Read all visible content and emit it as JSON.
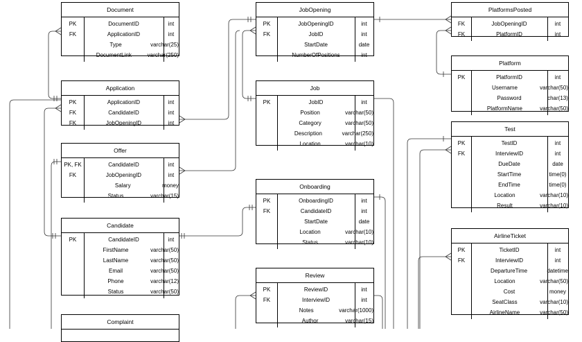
{
  "tables": [
    {
      "id": "document",
      "name": "Document",
      "columns": [
        {
          "key": "PK",
          "name": "DocumentID",
          "type": "int"
        },
        {
          "key": "FK",
          "name": "ApplicationID",
          "type": "int"
        },
        {
          "key": "",
          "name": "Type",
          "type": "varchar(25)"
        },
        {
          "key": "",
          "name": "DocumentLink",
          "type": "varchar(250)"
        }
      ]
    },
    {
      "id": "application",
      "name": "Application",
      "columns": [
        {
          "key": "PK",
          "name": "ApplicationID",
          "type": "int"
        },
        {
          "key": "FK",
          "name": "CandidateID",
          "type": "int"
        },
        {
          "key": "FK",
          "name": "JobOpeningID",
          "type": "int"
        }
      ]
    },
    {
      "id": "offer",
      "name": "Offer",
      "columns": [
        {
          "key": "PK, FK",
          "name": "CandidateID",
          "type": "int"
        },
        {
          "key": "FK",
          "name": "JobOpeningID",
          "type": "int"
        },
        {
          "key": "",
          "name": "Salary",
          "type": "money"
        },
        {
          "key": "",
          "name": "Status",
          "type": "varchar(15)"
        }
      ]
    },
    {
      "id": "candidate",
      "name": "Candidate",
      "columns": [
        {
          "key": "PK",
          "name": "CandidateID",
          "type": "int"
        },
        {
          "key": "",
          "name": "FirstName",
          "type": "varchar(50)"
        },
        {
          "key": "",
          "name": "LastName",
          "type": "varchar(50)"
        },
        {
          "key": "",
          "name": "Email",
          "type": "varchar(50)"
        },
        {
          "key": "",
          "name": "Phone",
          "type": "varchar(12)"
        },
        {
          "key": "",
          "name": "Status",
          "type": "varchar(50)"
        }
      ]
    },
    {
      "id": "complaint",
      "name": "Complaint",
      "columns": []
    },
    {
      "id": "jobopening",
      "name": "JobOpening",
      "columns": [
        {
          "key": "PK",
          "name": "JobOpeningID",
          "type": "int"
        },
        {
          "key": "FK",
          "name": "JobID",
          "type": "int"
        },
        {
          "key": "",
          "name": "StartDate",
          "type": "date"
        },
        {
          "key": "",
          "name": "NumberOfPositions",
          "type": "int"
        }
      ]
    },
    {
      "id": "job",
      "name": "Job",
      "columns": [
        {
          "key": "PK",
          "name": "JobID",
          "type": "int"
        },
        {
          "key": "",
          "name": "Position",
          "type": "varchar(50)"
        },
        {
          "key": "",
          "name": "Category",
          "type": "varchar(50)"
        },
        {
          "key": "",
          "name": "Description",
          "type": "varchar(250)"
        },
        {
          "key": "",
          "name": "Location",
          "type": "varchar(10)"
        }
      ]
    },
    {
      "id": "onboarding",
      "name": "Onboarding",
      "columns": [
        {
          "key": "PK",
          "name": "OnboardingID",
          "type": "int"
        },
        {
          "key": "FK",
          "name": "CandidateID",
          "type": "int"
        },
        {
          "key": "",
          "name": "StartDate",
          "type": "date"
        },
        {
          "key": "",
          "name": "Location",
          "type": "varchar(10)"
        },
        {
          "key": "",
          "name": "Status",
          "type": "varchar(10)"
        }
      ]
    },
    {
      "id": "review",
      "name": "Review",
      "columns": [
        {
          "key": "PK",
          "name": "ReviewID",
          "type": "int"
        },
        {
          "key": "FK",
          "name": "InterviewID",
          "type": "int"
        },
        {
          "key": "",
          "name": "Notes",
          "type": "varchar(1000)"
        },
        {
          "key": "",
          "name": "Author",
          "type": "varchar(15)"
        }
      ]
    },
    {
      "id": "platformsposted",
      "name": "PlatformsPosted",
      "columns": [
        {
          "key": "FK",
          "name": "JobOpeningID",
          "type": "int"
        },
        {
          "key": "FK",
          "name": "PlatformID",
          "type": "int"
        }
      ]
    },
    {
      "id": "platform",
      "name": "Platform",
      "columns": [
        {
          "key": "PK",
          "name": "PlatformID",
          "type": "int"
        },
        {
          "key": "",
          "name": "Username",
          "type": "varchar(50)"
        },
        {
          "key": "",
          "name": "Password",
          "type": "char(13)"
        },
        {
          "key": "",
          "name": "PlatformName",
          "type": "varchar(50)"
        }
      ]
    },
    {
      "id": "test",
      "name": "Test",
      "columns": [
        {
          "key": "PK",
          "name": "TestID",
          "type": "int"
        },
        {
          "key": "FK",
          "name": "InterviewID",
          "type": "int"
        },
        {
          "key": "",
          "name": "DueDate",
          "type": "date"
        },
        {
          "key": "",
          "name": "StartTime",
          "type": "time(0)"
        },
        {
          "key": "",
          "name": "EndTime",
          "type": "time(0)"
        },
        {
          "key": "",
          "name": "Location",
          "type": "varchar(10)"
        },
        {
          "key": "",
          "name": "Result",
          "type": "varchar(10)"
        }
      ]
    },
    {
      "id": "airlineticket",
      "name": "AirlineTicket",
      "columns": [
        {
          "key": "PK",
          "name": "TicketID",
          "type": "int"
        },
        {
          "key": "FK",
          "name": "InterviewID",
          "type": "int"
        },
        {
          "key": "",
          "name": "DepartureTime",
          "type": "datetime"
        },
        {
          "key": "",
          "name": "Location",
          "type": "varchar(50)"
        },
        {
          "key": "",
          "name": "Cost",
          "type": "money"
        },
        {
          "key": "",
          "name": "SeatClass",
          "type": "varchar(10)"
        },
        {
          "key": "",
          "name": "AirlineName",
          "type": "varchar(50)"
        }
      ]
    }
  ]
}
